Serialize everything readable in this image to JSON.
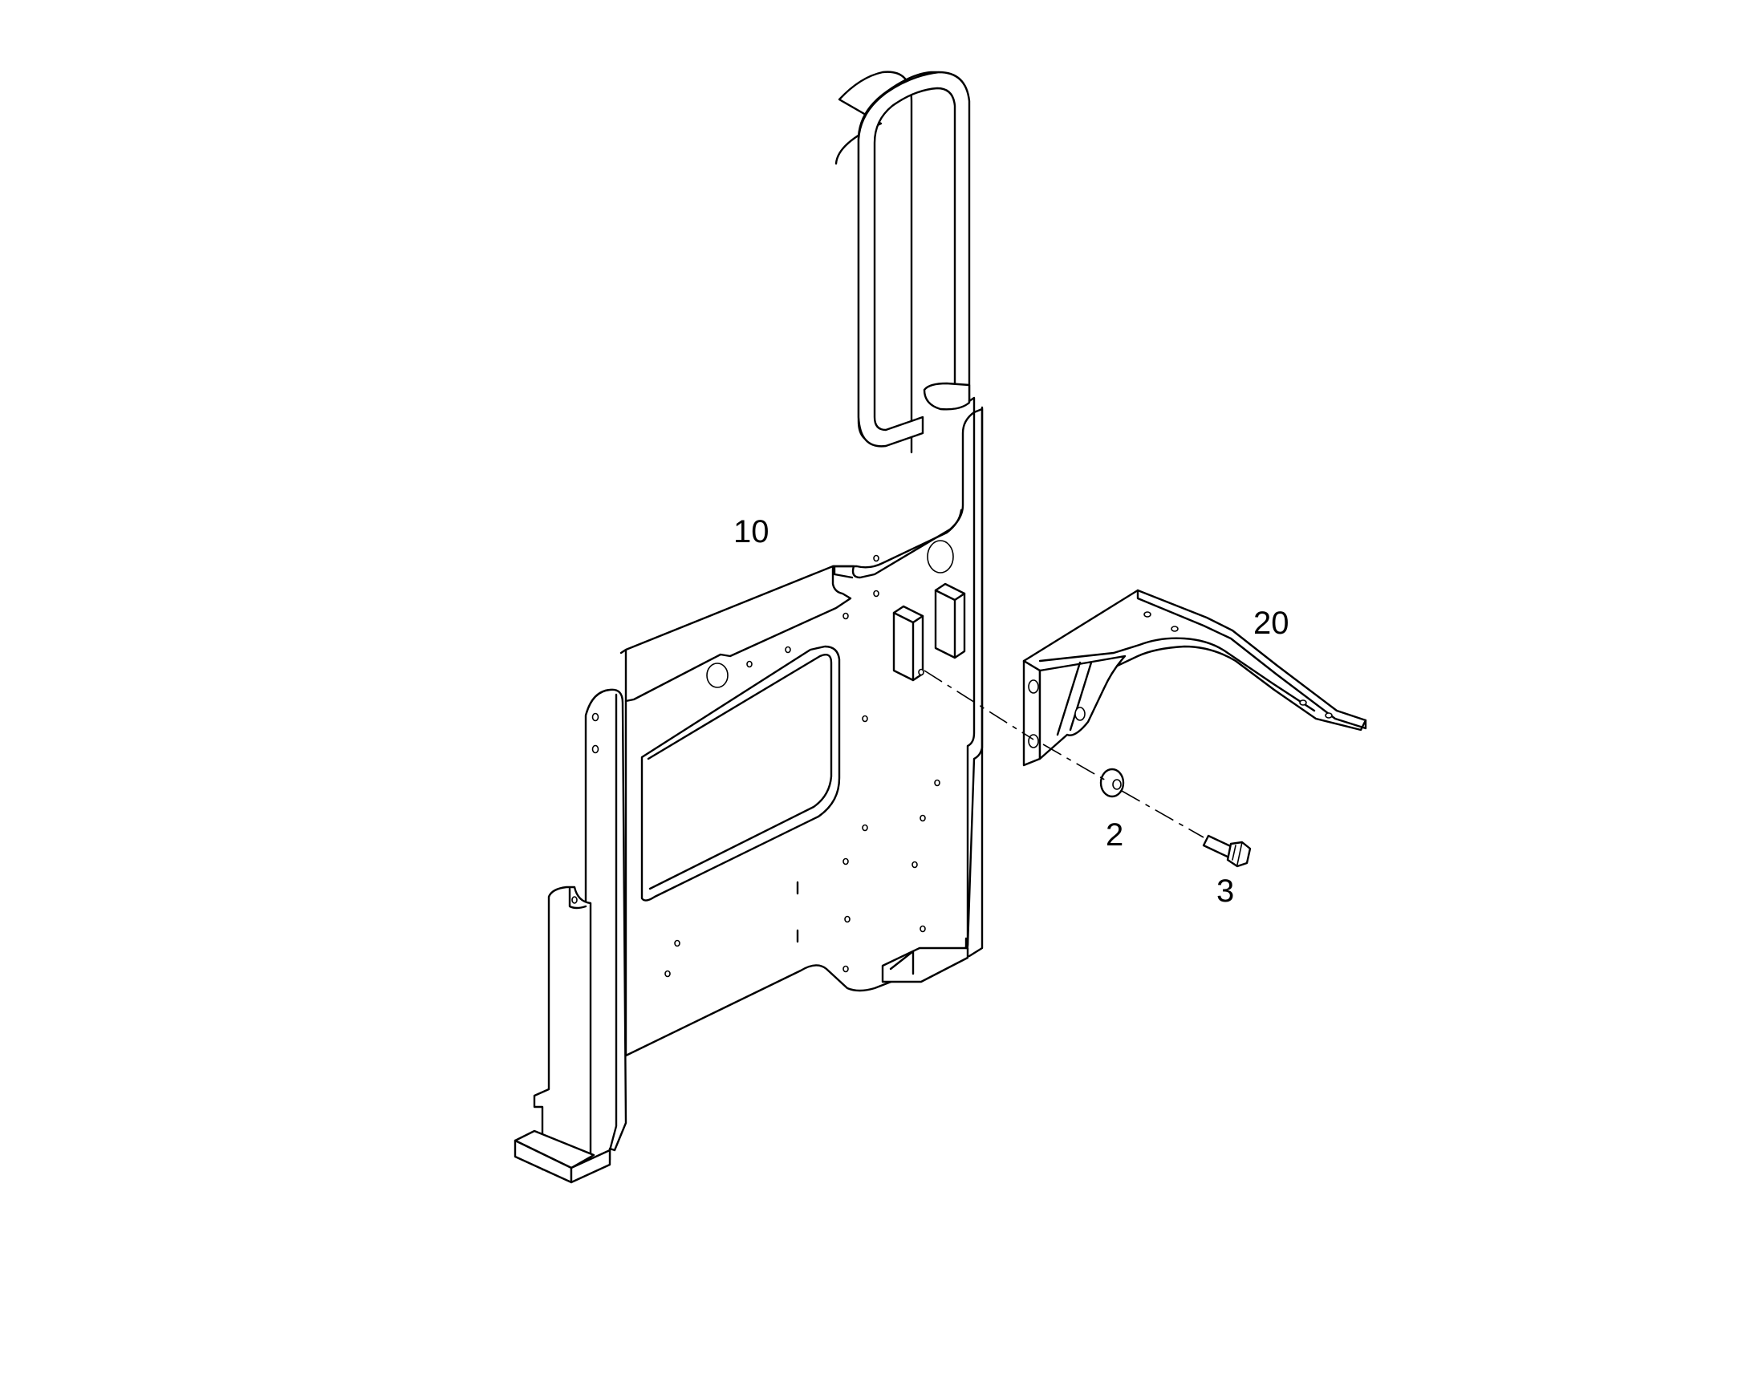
{
  "diagram": {
    "callouts": [
      {
        "id": "c10",
        "label": "10"
      },
      {
        "id": "c20",
        "label": "20"
      },
      {
        "id": "c2",
        "label": "2"
      },
      {
        "id": "c3",
        "label": "3"
      }
    ]
  },
  "colors": {
    "line": "#000000",
    "background": "#ffffff"
  }
}
